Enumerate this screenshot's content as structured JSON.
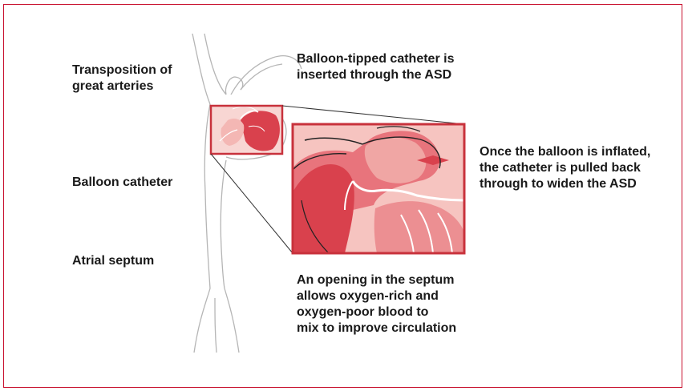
{
  "labels": {
    "transposition": "Transposition of\ngreat arteries",
    "balloon_catheter": "Balloon catheter",
    "atrial_septum": "Atrial septum",
    "balloon_inserted": "Balloon-tipped catheter is\ninserted through the ASD",
    "balloon_inflated": "Once the balloon is inflated,\nthe catheter is pulled back\nthrough to widen the ASD",
    "septum_opening": "An opening in the septum\nallows oxygen-rich and\noxygen-poor blood to\nmix to improve circulation"
  },
  "colors": {
    "frame_border": "#c8102e",
    "highlight_border": "#c8323c",
    "heart_dark": "#d9414d",
    "heart_mid": "#e8747c",
    "heart_light": "#f4b7b4",
    "vessel_outline": "#b5b5b5",
    "text": "#1a1a1a"
  }
}
